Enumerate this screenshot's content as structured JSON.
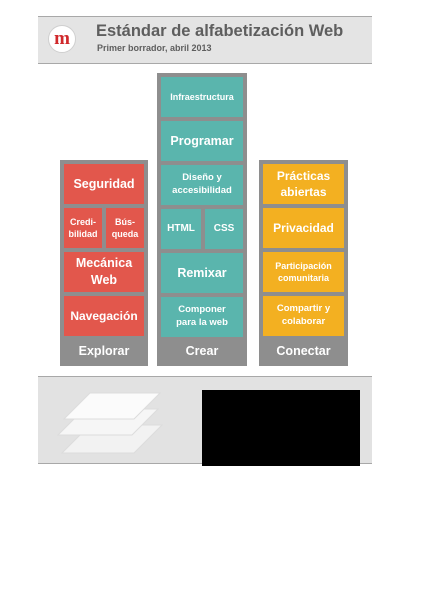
{
  "header": {
    "logo_letter": "m",
    "title": "Estándar de alfabetización Web",
    "subtitle": "Primer borrador, abril 2013"
  },
  "columns": {
    "explorar": {
      "label": "Explorar",
      "items": [
        "Seguridad",
        "Credi-\nbilidad",
        "Bús-\nqueda",
        "Mecánica\nWeb",
        "Navegación"
      ]
    },
    "crear": {
      "label": "Crear",
      "items": [
        "Infraestructura",
        "Programar",
        "Diseño y\naccesibilidad",
        "HTML",
        "CSS",
        "Remixar",
        "Componer\npara la web"
      ]
    },
    "conectar": {
      "label": "Conectar",
      "items": [
        "Prácticas\nabiertas",
        "Privacidad",
        "Participación\ncomunitaria",
        "Compartir y\ncolaborar"
      ]
    }
  },
  "colors": {
    "explorar": "#e2574c",
    "crear": "#5ab5ad",
    "conectar": "#f3b021",
    "column_bg": "#8e8e8e"
  },
  "footer": {
    "icon": "layers-icon"
  }
}
